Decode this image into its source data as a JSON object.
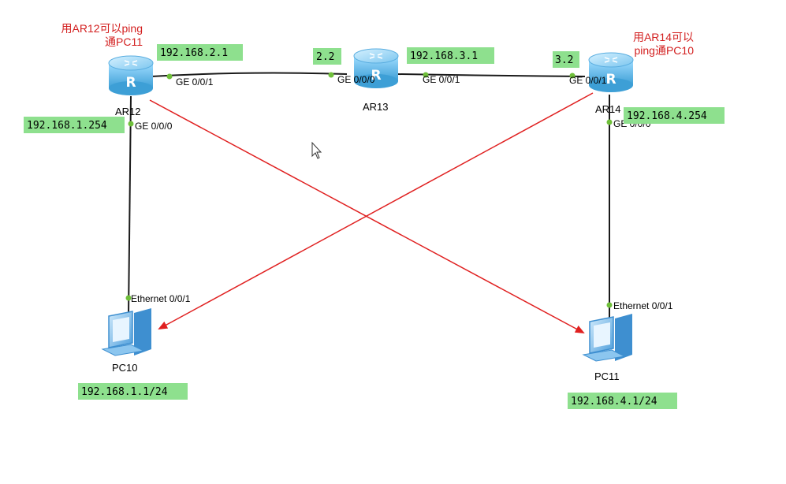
{
  "colors": {
    "ip_label_bg": "#8ee08e",
    "link": "#1a1a1a",
    "port_dot": "#6fbf3a",
    "arrow": "#e02020",
    "note_text": "#d32020",
    "router_body": "#5bb6e8",
    "pc_body": "#6fb4e8"
  },
  "devices": {
    "ar12": {
      "label": "AR12",
      "icon": "router-icon"
    },
    "ar13": {
      "label": "AR13",
      "icon": "router-icon"
    },
    "ar14": {
      "label": "AR14",
      "icon": "router-icon"
    },
    "pc10": {
      "label": "PC10",
      "icon": "pc-icon"
    },
    "pc11": {
      "label": "PC11",
      "icon": "pc-icon"
    }
  },
  "ports": {
    "ar12_ge001": "GE 0/0/1",
    "ar12_ge000": "GE 0/0/0",
    "ar13_ge000": "GE 0/0/0",
    "ar13_ge001": "GE 0/0/1",
    "ar14_ge001": "GE 0/0/1",
    "ar14_ge000": "GE 0/0/0",
    "pc10_eth": "Ethernet 0/0/1",
    "pc11_eth": "Ethernet 0/0/1"
  },
  "ip_labels": {
    "ar12_wan": "192.168.2.1",
    "ar13_left": "2.2",
    "ar13_right": "192.168.3.1",
    "ar14_wan": "3.2",
    "ar12_lan": "192.168.1.254",
    "ar14_lan": "192.168.4.254",
    "pc10": "192.168.1.1/24",
    "pc11": "192.168.4.1/24"
  },
  "notes": {
    "ar12_line1": "用AR12可以ping",
    "ar12_line2": "通PC11",
    "ar14_line1": "用AR14可以",
    "ar14_line2": "ping通PC10"
  }
}
